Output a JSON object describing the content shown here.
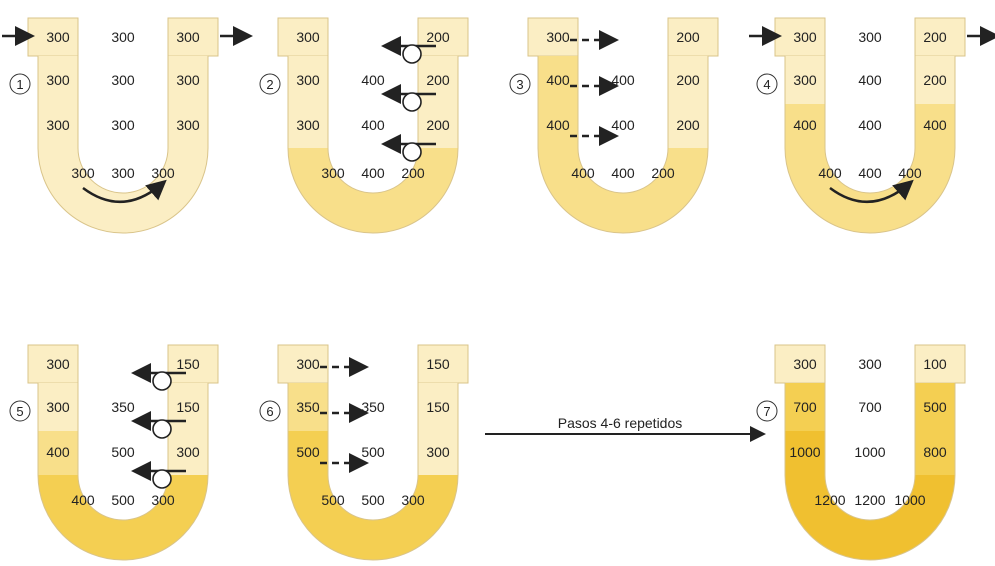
{
  "colors": {
    "light": "#fbeec4",
    "mid": "#f8df8a",
    "deep": "#f4cf52",
    "darker": "#f0c030",
    "outline": "#d9c48a",
    "text": "#222222"
  },
  "panels": [
    {
      "step": "1",
      "left": [
        "300",
        "300",
        "300",
        "300"
      ],
      "center": [
        "300",
        "300",
        "300",
        "300"
      ],
      "right": [
        "300",
        "300",
        "300",
        "300"
      ],
      "in_arrow": true,
      "out_arrow": true,
      "curve_arrow": true,
      "pumps": false,
      "dashed": false
    },
    {
      "step": "2",
      "left": [
        "300",
        "300",
        "300",
        "300"
      ],
      "center": [
        "",
        "400",
        "400",
        "400"
      ],
      "right": [
        "200",
        "200",
        "200",
        "200"
      ],
      "in_arrow": false,
      "out_arrow": false,
      "curve_arrow": false,
      "pumps": true,
      "dashed": false
    },
    {
      "step": "3",
      "left": [
        "300",
        "400",
        "400",
        "400"
      ],
      "center": [
        "",
        "400",
        "400",
        "400"
      ],
      "right": [
        "200",
        "200",
        "200",
        "200"
      ],
      "in_arrow": false,
      "out_arrow": false,
      "curve_arrow": false,
      "pumps": false,
      "dashed": true
    },
    {
      "step": "4",
      "left": [
        "300",
        "300",
        "400",
        "400"
      ],
      "center": [
        "300",
        "400",
        "400",
        "400"
      ],
      "right": [
        "200",
        "200",
        "400",
        "400"
      ],
      "in_arrow": true,
      "out_arrow": true,
      "curve_arrow": true,
      "pumps": false,
      "dashed": false
    },
    {
      "step": "5",
      "left": [
        "300",
        "300",
        "400",
        "400"
      ],
      "center": [
        "",
        "350",
        "500",
        "500"
      ],
      "right": [
        "150",
        "150",
        "300",
        "300"
      ],
      "in_arrow": false,
      "out_arrow": false,
      "curve_arrow": false,
      "pumps": true,
      "dashed": false
    },
    {
      "step": "6",
      "left": [
        "300",
        "350",
        "500",
        "500"
      ],
      "center": [
        "",
        "350",
        "500",
        "500"
      ],
      "right": [
        "150",
        "150",
        "300",
        "300"
      ],
      "in_arrow": false,
      "out_arrow": false,
      "curve_arrow": false,
      "pumps": false,
      "dashed": true
    },
    {
      "step": "7",
      "left": [
        "300",
        "700",
        "1000",
        "1200"
      ],
      "center": [
        "300",
        "700",
        "1000",
        "1200"
      ],
      "right": [
        "100",
        "500",
        "800",
        "1000"
      ],
      "in_arrow": false,
      "out_arrow": false,
      "curve_arrow": false,
      "pumps": false,
      "dashed": false
    }
  ],
  "repeat_label": "Pasos 4-6 repetidos"
}
